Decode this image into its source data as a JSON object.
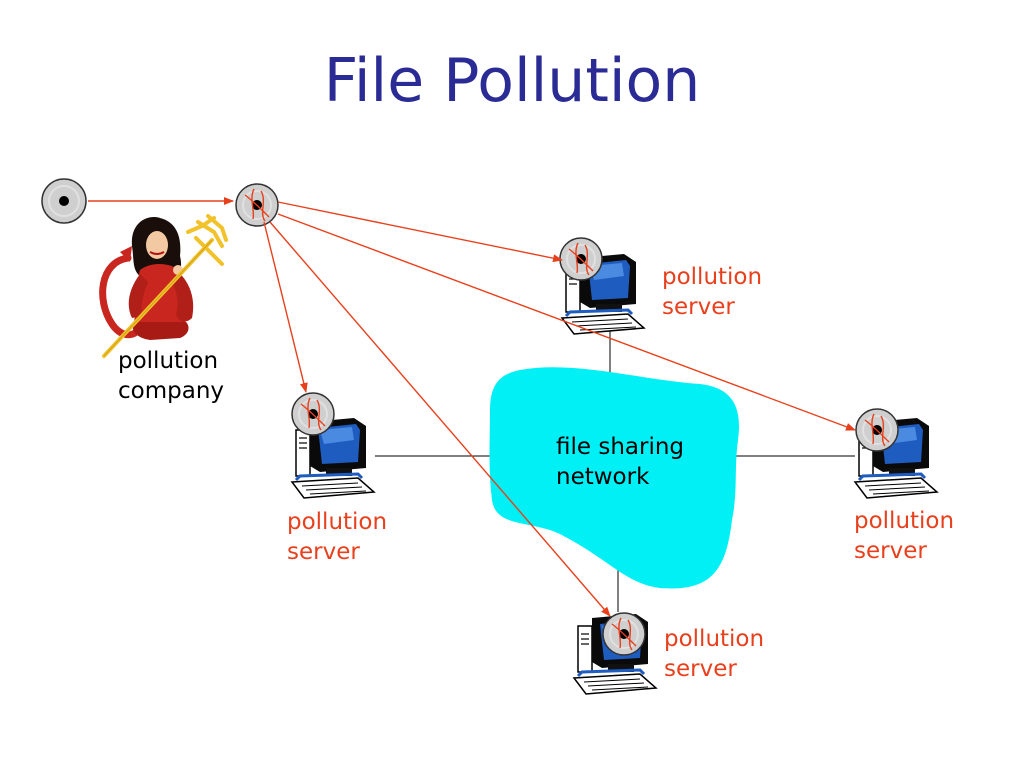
{
  "title": "File Pollution",
  "labels": {
    "pollution_company": "pollution\ncompany",
    "network": "file sharing\nnetwork",
    "server_top": "pollution\nserver",
    "server_left": "pollution\nserver",
    "server_right": "pollution\nserver",
    "server_bottom": "pollution\nserver"
  },
  "colors": {
    "title": "#2b2b96",
    "arrow": "#e8401c",
    "server_label": "#e8401c",
    "cloud": "#00f0f5",
    "devil": "#c8261e",
    "pitchfork": "#f2c22a"
  },
  "icons": [
    "cd-disc-icon",
    "corrupted-cd-icon",
    "devil-woman-icon",
    "pitchfork-icon",
    "computer-icon"
  ]
}
